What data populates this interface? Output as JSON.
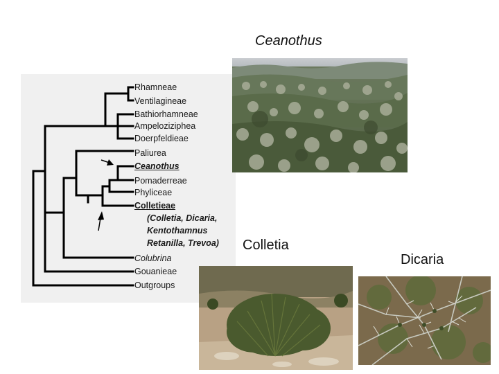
{
  "captions": {
    "ceanothus": "Ceanothus",
    "colletia": "Colletia",
    "dicaria": "Dicaria"
  },
  "tree": {
    "taxa": [
      "Rhamneae",
      "Ventilagineae",
      "Bathiorhamneae",
      "Ampeloziziphea",
      "Doerpfeldieae",
      "Paliurea",
      "Ceanothus",
      "Pomaderreae",
      "Phyliceae",
      "Colletieae",
      "(Colletia, Dicaria,",
      "Kentothamnus",
      "Retanilla, Trevoa)",
      "Colubrina",
      "Gouanieae",
      "Outgroups"
    ]
  },
  "photos": {
    "ceanothus": "Ceanothus shrubland hillside",
    "colletia": "Colletia shrub",
    "dicaria": "Dicaria spiny branches"
  },
  "colors": {
    "panel_bg": "#f0f0f0",
    "tree_lines": "#000000"
  }
}
